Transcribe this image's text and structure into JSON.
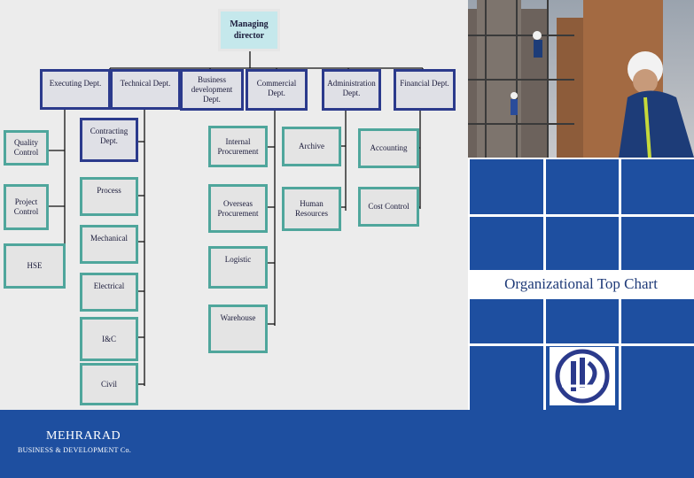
{
  "chart_title": "Organizational Top Chart",
  "company": {
    "name": "MEHRARAD",
    "subtitle": "BUSINESS & DEVELOPMENT Co."
  },
  "colors": {
    "navy_border": "#2b3a8c",
    "teal_border": "#4fa69c",
    "top_box_fill": "#c5e8ec",
    "grid_blue": "#1e4fa0",
    "background": "#ececec"
  },
  "org": {
    "managing_director": "Managing director",
    "executing": "Executing Dept.",
    "technical": "Technical Dept.",
    "business_development": "Business development Dept.",
    "commercial": "Commercial Dept.",
    "administration": "Administration Dept.",
    "financial": "Financial Dept.",
    "quality_control": "Quality Control",
    "project_control": "Project Control",
    "hse": "HSE",
    "contracting": "Contracting Dept.",
    "process": "Process",
    "mechanical": "Mechanical",
    "electrical": "Electrical",
    "ic": "I&C",
    "civil": "Civil",
    "internal_procurement": "Internal Procurement",
    "overseas_procurement": "Overseas Procurement",
    "logistic": "Logistic",
    "warehouse": "Warehouse",
    "archive": "Archive",
    "human_resources": "Human Resources",
    "accounting": "Accounting",
    "cost_control": "Cost Control"
  },
  "icons": {
    "photo": "industrial-workers-photo",
    "logo": "company-logo"
  }
}
